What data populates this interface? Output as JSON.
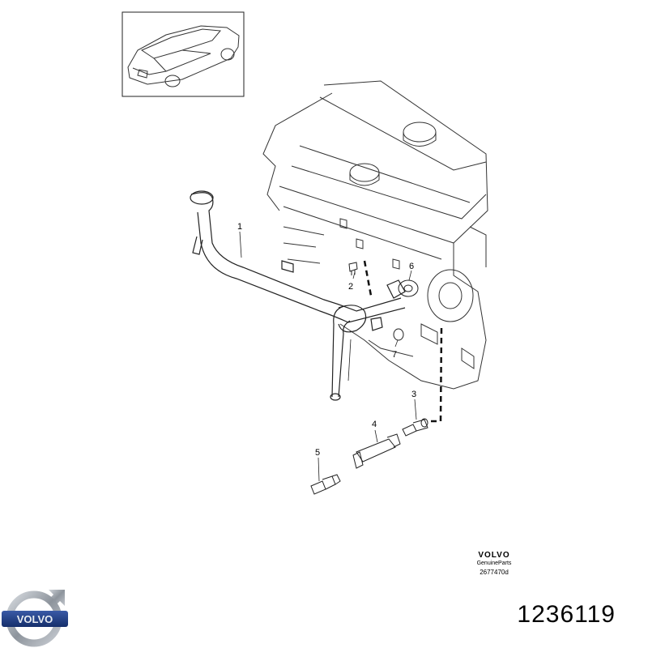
{
  "callouts": {
    "c1": "1",
    "c2": "2",
    "c3": "3",
    "c4": "4",
    "c5": "5",
    "c6": "6",
    "c7": "7"
  },
  "brand": {
    "name": "VOLVO",
    "tagline": "GenuineParts",
    "drawing_code": "2677470d"
  },
  "logo_text": "VOLVO",
  "part_number": "1236119",
  "colors": {
    "line": "#222222",
    "logo_blue": "#1f3f86",
    "logo_silver": "#9ea4ab"
  }
}
